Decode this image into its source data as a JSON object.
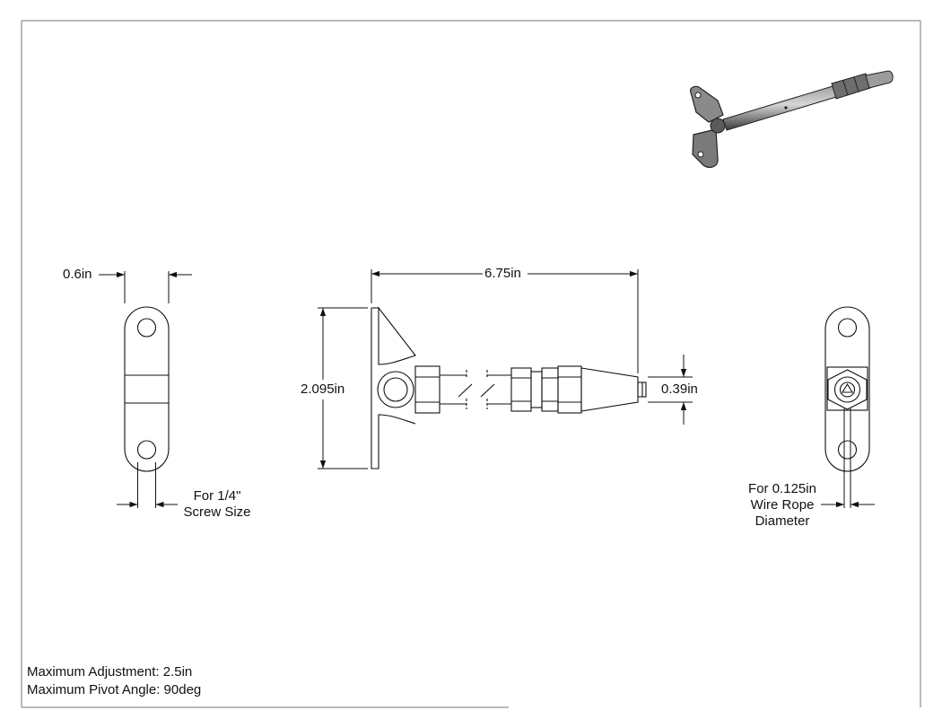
{
  "dimensions": {
    "flange_width": "0.6in",
    "overall_length": "6.75in",
    "height": "2.095in",
    "diameter": "0.39in"
  },
  "callouts": {
    "screw_line1": "For 1/4\"",
    "screw_line2": "Screw Size",
    "wire_line1": "For 0.125in",
    "wire_line2": "Wire Rope",
    "wire_line3": "Diameter"
  },
  "notes": {
    "adjustment": "Maximum Adjustment: 2.5in",
    "pivot": "Maximum Pivot Angle: 90deg"
  }
}
